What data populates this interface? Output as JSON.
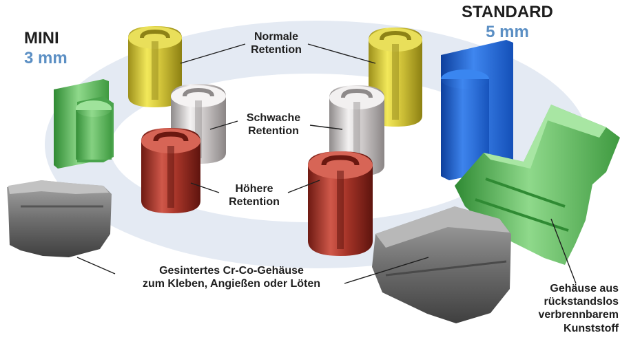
{
  "mini": {
    "title": "MINI",
    "size": "3 mm"
  },
  "standard": {
    "title": "STANDARD",
    "size": "5 mm"
  },
  "labels": {
    "normal": [
      "Normale",
      "Retention"
    ],
    "weak": [
      "Schwache",
      "Retention"
    ],
    "high": [
      "Höhere",
      "Retention"
    ],
    "housing_metal": [
      "Gesintertes Cr-Co-Gehäuse",
      "zum Kleben, Angießen oder Löten"
    ],
    "housing_plastic": [
      "Gehäuse aus",
      "rückstandslos",
      "verbrennbarem",
      "Kunststoff"
    ]
  },
  "colors": {
    "accent_size": "#5b8fc4",
    "ring": "#e8edf4",
    "yellow": "#d8cb3c",
    "white": "#cfcccc",
    "red": "#b1362c",
    "green": "#56b457",
    "blue": "#1d63d1",
    "gray": "#7b7b7b"
  }
}
